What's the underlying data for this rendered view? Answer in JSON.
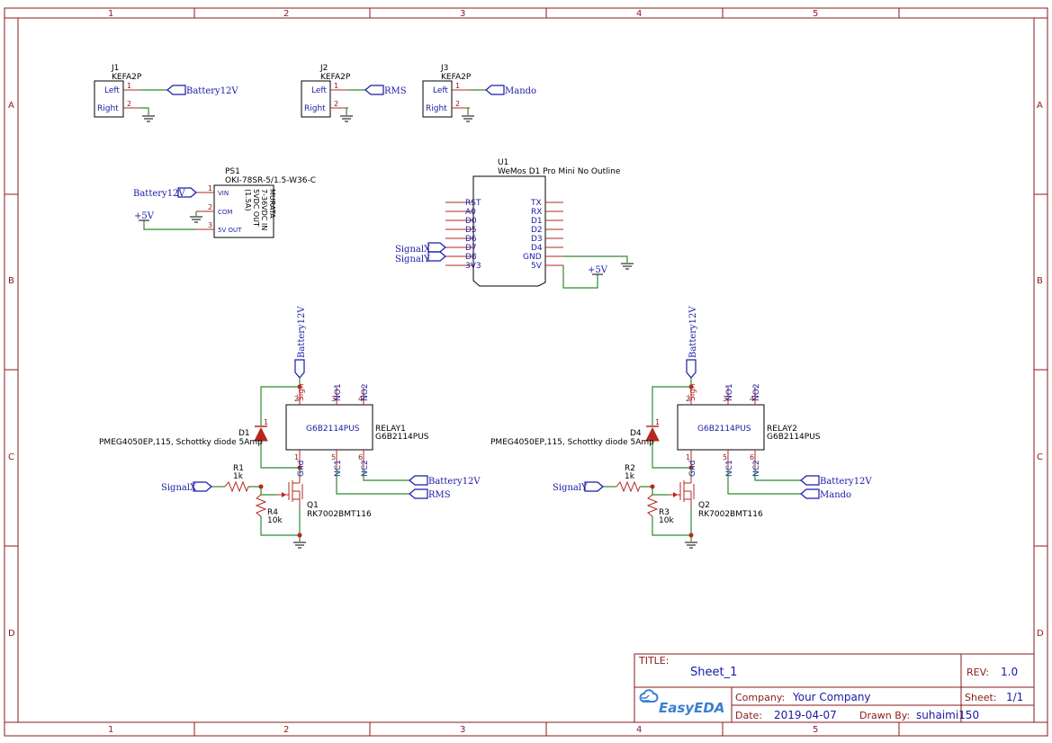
{
  "frame": {
    "col_labels": [
      "1",
      "2",
      "3",
      "4",
      "5"
    ],
    "row_labels": [
      "A",
      "B",
      "C",
      "D"
    ]
  },
  "connectors": [
    {
      "ref": "J1",
      "part": "KEFA2P",
      "pin1": "Left",
      "pin2": "Right",
      "num1": "1",
      "num2": "2",
      "net": "Battery12V"
    },
    {
      "ref": "J2",
      "part": "KEFA2P",
      "pin1": "Left",
      "pin2": "Right",
      "num1": "1",
      "num2": "2",
      "net": "RMS"
    },
    {
      "ref": "J3",
      "part": "KEFA2P",
      "pin1": "Left",
      "pin2": "Right",
      "num1": "1",
      "num2": "2",
      "net": "Mando"
    }
  ],
  "power_supply": {
    "ref": "PS1",
    "part": "OKI-78SR-5/1.5-W36-C",
    "pins": [
      "VIN",
      "COM",
      "5V OUT"
    ],
    "nums": [
      "1",
      "2",
      "3"
    ],
    "body_text": [
      "MURATA",
      "7-36VDC IN",
      "5VDC OUT",
      "(1.5A)"
    ],
    "vin_net": "Battery12V",
    "out_net": "+5V"
  },
  "mcu": {
    "ref": "U1",
    "part": "WeMos D1 Pro Mini No Outline",
    "left_pins": [
      "RST",
      "A0",
      "D0",
      "D5",
      "D6",
      "D7",
      "D8",
      "3V3"
    ],
    "right_pins": [
      "TX",
      "RX",
      "D1",
      "D2",
      "D3",
      "D4",
      "GND",
      "5V"
    ],
    "d7_net": "SignalX",
    "d8_net": "SignalY",
    "vcc_net": "+5V"
  },
  "relays": [
    {
      "ref": "RELAY1",
      "part": "G6B2114PUS",
      "body": "G6B2114PUS",
      "pins": [
        "Sign",
        "NO1",
        "NO2",
        "Gnd",
        "NC1",
        "NC2"
      ],
      "nums": [
        "2",
        "3",
        "4",
        "1",
        "5",
        "6"
      ],
      "top_net": "Battery12V",
      "nc2_net": "Battery12V",
      "nc1_net": "RMS",
      "diode_ref": "D1",
      "diode_part": "PMEG4050EP,115, Schottky diode 5Amp",
      "diode_num": "1",
      "r_base_ref": "R1",
      "r_base_val": "1k",
      "r_pd_ref": "R4",
      "r_pd_val": "10k",
      "q_ref": "Q1",
      "q_part": "RK7002BMT116",
      "signal": "SignalX"
    },
    {
      "ref": "RELAY2",
      "part": "G6B2114PUS",
      "body": "G6B2114PUS",
      "pins": [
        "Sign",
        "NO1",
        "NO2",
        "Gnd",
        "NC1",
        "NC2"
      ],
      "nums": [
        "2",
        "3",
        "4",
        "1",
        "5",
        "6"
      ],
      "top_net": "Battery12V",
      "nc2_net": "Battery12V",
      "nc1_net": "Mando",
      "diode_ref": "D4",
      "diode_part": "PMEG4050EP,115, Schottky diode 5Amp",
      "diode_num": "1",
      "r_base_ref": "R2",
      "r_base_val": "1k",
      "r_pd_ref": "R3",
      "r_pd_val": "10k",
      "q_ref": "Q2",
      "q_part": "RK7002BMT116",
      "signal": "SignalY"
    }
  ],
  "title_block": {
    "title_label": "TITLE:",
    "title": "Sheet_1",
    "rev_label": "REV:",
    "rev": "1.0",
    "company_label": "Company:",
    "company": "Your Company",
    "sheet_label": "Sheet:",
    "sheet": "1/1",
    "date_label": "Date:",
    "date": "2019-04-07",
    "drawn_label": "Drawn By:",
    "drawn": "suhaimi150",
    "logo": "EasyEDA",
    "colors": {
      "frame": "#8b1a1a",
      "wire": "#2e8b2e",
      "net": "#1a1aa6",
      "pin": "#b5271f"
    }
  }
}
